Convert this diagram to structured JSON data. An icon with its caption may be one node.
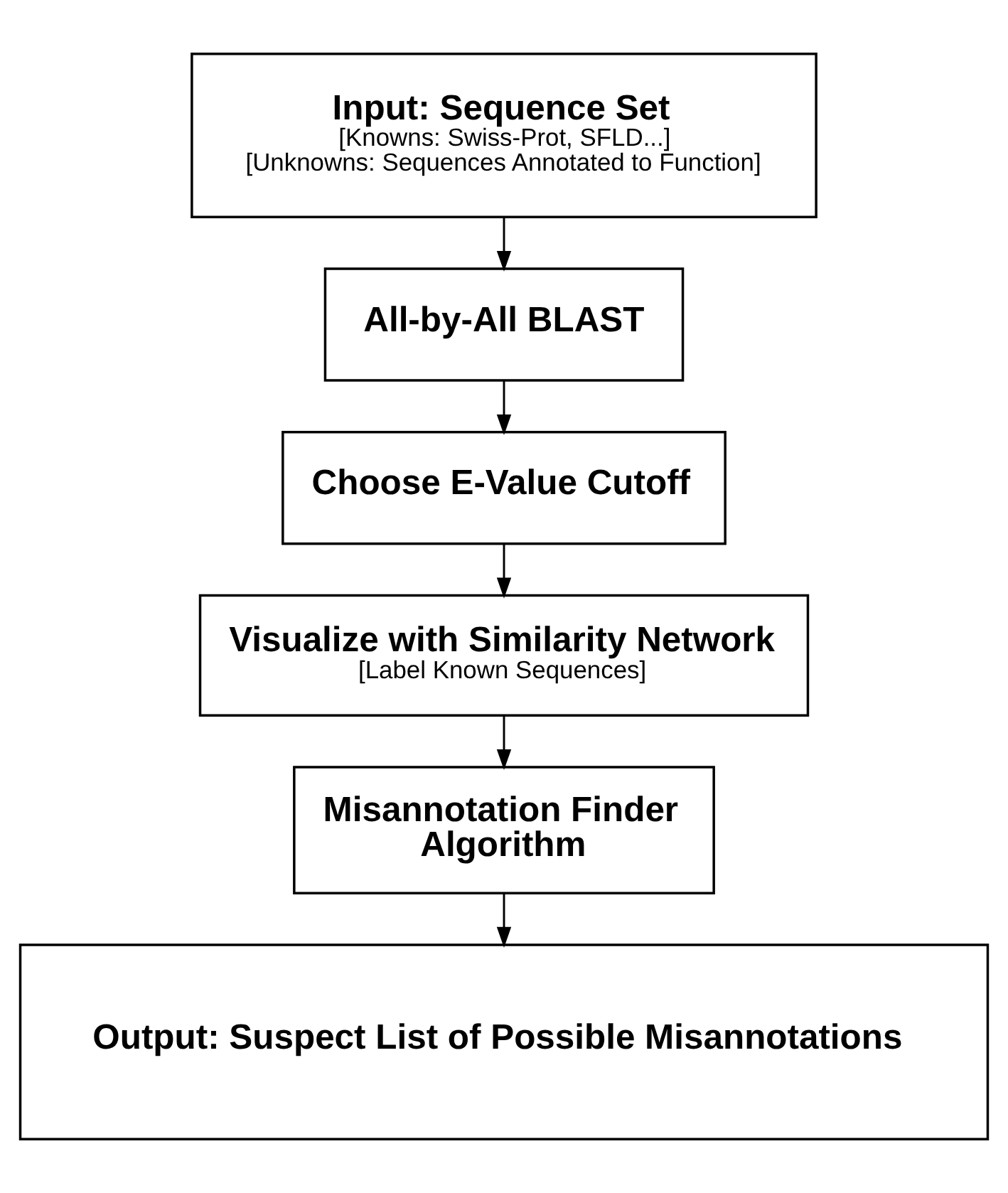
{
  "diagram": {
    "nodes": [
      {
        "text": [
          "Input: Sequence Set",
          "[Knowns: Swiss-Prot, SFLD...]",
          "[Unknowns: Sequences Annotated to Function]"
        ]
      },
      {
        "text": [
          "All-by-All BLAST"
        ]
      },
      {
        "text": [
          "Choose E-Value Cutoff"
        ]
      },
      {
        "text": [
          "Visualize with Similarity Network",
          "[Label Known Sequences]"
        ]
      },
      {
        "text": [
          "Misannotation Finder Algorithm"
        ]
      },
      {
        "text": [
          "Output: Suspect List of Possible Misannotations"
        ]
      }
    ],
    "edges": [
      {
        "from": 0,
        "to": 1,
        "arrow": "to"
      },
      {
        "from": 1,
        "to": 2,
        "arrow": "to"
      },
      {
        "from": 2,
        "to": 3,
        "arrow": "to"
      },
      {
        "from": 3,
        "to": 4,
        "arrow": "to"
      },
      {
        "from": 4,
        "to": 5,
        "arrow": "to"
      }
    ]
  }
}
